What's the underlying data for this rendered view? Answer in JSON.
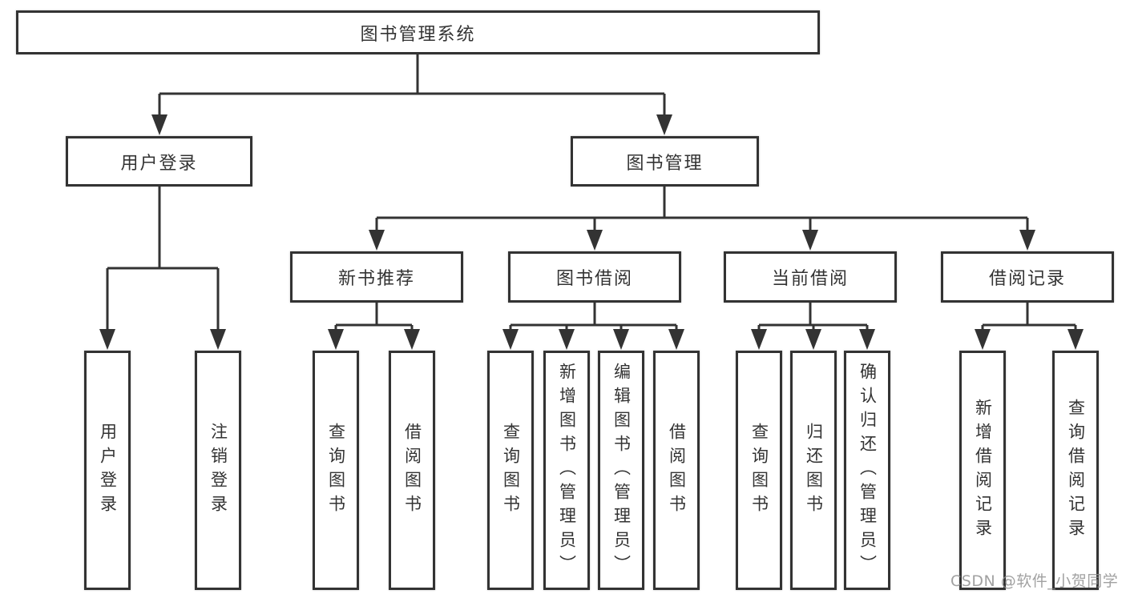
{
  "tree": {
    "label": "图书管理系统",
    "children": [
      {
        "label": "用户登录",
        "children": [
          {
            "label": "用户登录"
          },
          {
            "label": "注销登录"
          }
        ]
      },
      {
        "label": "图书管理",
        "children": [
          {
            "label": "新书推荐",
            "children": [
              {
                "label": "查询图书"
              },
              {
                "label": "借阅图书"
              }
            ]
          },
          {
            "label": "图书借阅",
            "children": [
              {
                "label": "查询图书"
              },
              {
                "label": "新增图书（管理员）"
              },
              {
                "label": "编辑图书（管理员）"
              },
              {
                "label": "借阅图书"
              }
            ]
          },
          {
            "label": "当前借阅",
            "children": [
              {
                "label": "查询图书"
              },
              {
                "label": "归还图书"
              },
              {
                "label": "确认归还（管理员）"
              }
            ]
          },
          {
            "label": "借阅记录",
            "children": [
              {
                "label": "新增借阅记录"
              },
              {
                "label": "查询借阅记录"
              }
            ]
          }
        ]
      }
    ]
  },
  "watermark": {
    "text": "CSDN @软件_小贺同学"
  },
  "colors": {
    "line": "#333333",
    "box_border": "#333333",
    "text": "#333333",
    "watermark": "#919191",
    "background": "#ffffff"
  }
}
